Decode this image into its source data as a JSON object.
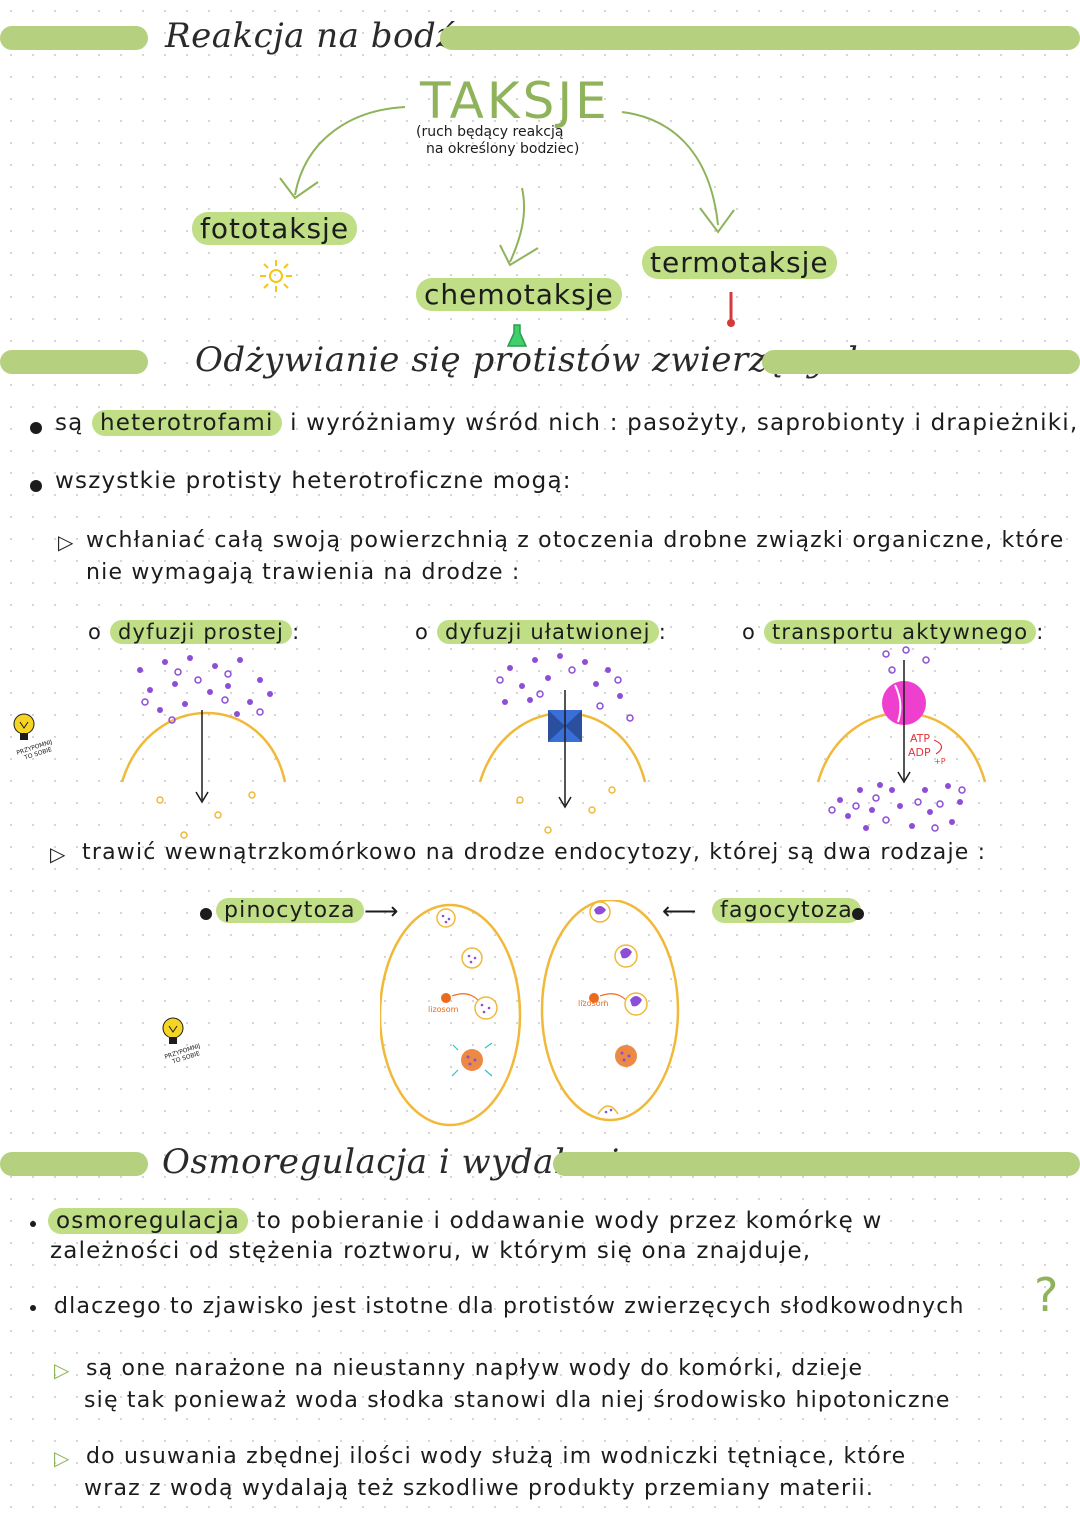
{
  "section1": {
    "title": "Reakcja na bodźce",
    "center_title": "TAKSJE",
    "center_subtitle_line1": "(ruch będący reakcją",
    "center_subtitle_line2": "na określony bodziec)",
    "left_label": "fototaksje",
    "middle_label": "chemotaksje",
    "right_label": "termotaksje"
  },
  "section2": {
    "title": "Odżywianie się protistów zwierzęcych",
    "bullet1_prefix": "są",
    "bullet1_highlight": "heterotrofami",
    "bullet1_rest": "i wyróżniamy wśród nich : pasożyty, saprobionty i drapieżniki,",
    "bullet2": "wszystkie protisty heterotroficzne mogą:",
    "sub1_line1": "wchłaniać całą swoją powierzchnią z otoczenia drobne związki organiczne, które",
    "sub1_line2": "nie wymagają trawienia na drodze :",
    "diffusion_simple": "dyfuzji prostej",
    "diffusion_facilitated": "dyfuzji ułatwionej",
    "transport_active": "transportu aktywnego",
    "atp": "ATP",
    "adp": "ADP",
    "p": "+P",
    "sub2": "trawić wewnątrzkomórkowo na drodze endocytozy, której są dwa rodzaje :",
    "pinocytosis": "pinocytoza",
    "phagocytosis": "fagocytoza",
    "lysosome": "lizosom",
    "reminder_line1": "PRZYPOMNIJ",
    "reminder_line2": "TO SOBIE"
  },
  "section3": {
    "title": "Osmoregulacja i wydalanie",
    "bullet1_highlight": "osmoregulacja",
    "bullet1_rest_line1": "to pobieranie i oddawanie wody przez komórkę w",
    "bullet1_rest_line2": "zależności od stężenia roztworu, w którym się ona znajduje,",
    "bullet2": "dlaczego to zjawisko jest istotne dla protistów zwierzęcych słodkowodnych",
    "question_mark": "?",
    "sub1_line1": "są one narażone na nieustanny napływ wody do komórki, dzieje",
    "sub1_line2": "się tak ponieważ woda słodka stanowi dla niej środowisko hipotoniczne",
    "sub2_line1": "do usuwania zbędnej ilości wody służą im wodniczki tętniące, które",
    "sub2_line2": "wraz z wodą wydalają też szkodliwe produkty przemiany materii."
  },
  "colors": {
    "accent_green": "#b5d07e",
    "highlight_green": "#bfde85",
    "membrane_yellow": "#f0b93a",
    "molecule_purple": "#8d4dd6",
    "channel_blue": "#3a6fd8",
    "pump_pink": "#ef3fcf",
    "lysosome_orange": "#ec6a1c"
  },
  "icons": [
    "sun-icon",
    "flask-icon",
    "thermometer-icon",
    "lightbulb-icon",
    "arrow-right-icon",
    "arrow-left-icon"
  ]
}
